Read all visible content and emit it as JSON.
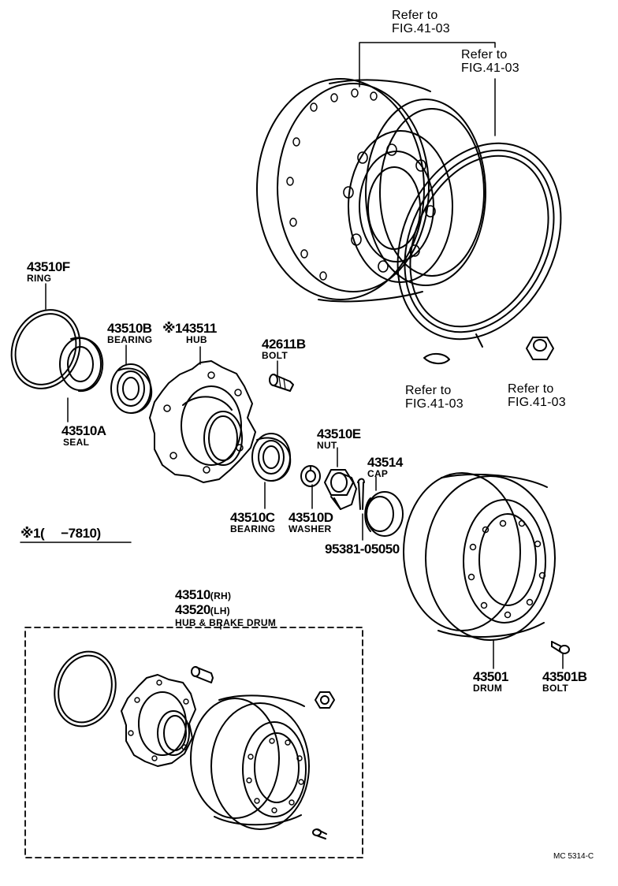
{
  "refs": {
    "rim_line1": "Refer to",
    "rim_line2": "FIG.41-03",
    "ring_line1": "Refer to",
    "ring_line2": "FIG.41-03",
    "key_line1": "Refer to",
    "key_line2": "FIG.41-03",
    "nut_line1": "Refer to",
    "nut_line2": "FIG.41-03"
  },
  "parts": {
    "ring": {
      "number": "43510F",
      "name": "RING"
    },
    "seal": {
      "number": "43510A",
      "name": "SEAL"
    },
    "bearing_outer": {
      "number": "43510B",
      "name": "BEARING"
    },
    "hub": {
      "number": "※143511",
      "name": "HUB"
    },
    "bolt_hub": {
      "number": "42611B",
      "name": "BOLT"
    },
    "bearing_inner": {
      "number": "43510C",
      "name": "BEARING"
    },
    "washer": {
      "number": "43510D",
      "name": "WASHER"
    },
    "nut": {
      "number": "43510E",
      "name": "NUT"
    },
    "cap": {
      "number": "43514",
      "name": "CAP"
    },
    "cotter_pin": {
      "number": "95381-05050"
    },
    "drum": {
      "number": "43501",
      "name": "DRUM"
    },
    "drum_bolt": {
      "number": "43501B",
      "name": "BOLT"
    }
  },
  "note": "※1(     −7810)",
  "assembly": {
    "number_rh": "43510",
    "rh": "(RH)",
    "number_lh": "43520",
    "lh": "(LH)",
    "name": "HUB & BRAKE DRUM"
  },
  "figure_code": "MC 5314-C"
}
